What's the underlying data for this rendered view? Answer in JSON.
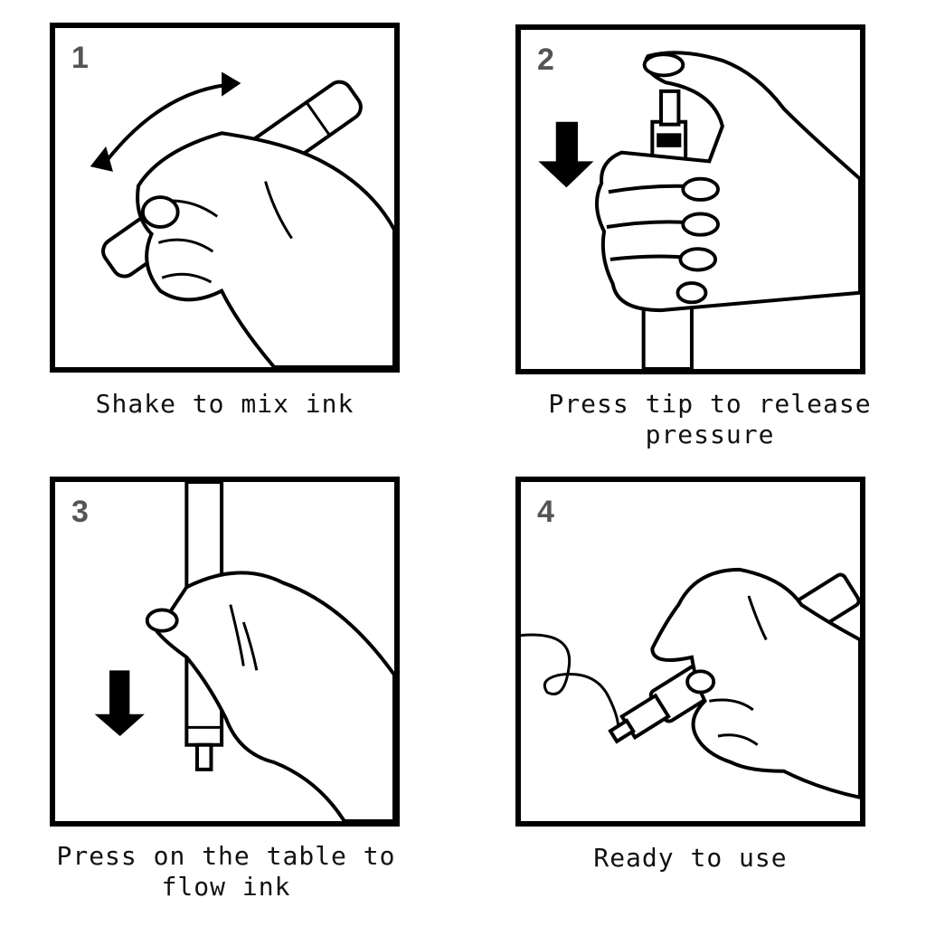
{
  "steps": [
    {
      "number": "1",
      "caption_lines": [
        "Shake to mix ink"
      ],
      "icon": "hand-shaking-marker"
    },
    {
      "number": "2",
      "caption_lines": [
        "Press tip to release",
        "pressure"
      ],
      "icon": "hand-pressing-tip"
    },
    {
      "number": "3",
      "caption_lines": [
        "Press on the table to",
        "flow ink"
      ],
      "icon": "hand-pressing-down"
    },
    {
      "number": "4",
      "caption_lines": [
        "Ready to use"
      ],
      "icon": "hand-writing"
    }
  ],
  "colors": {
    "ink": "#000000",
    "number": "#555555",
    "background": "#ffffff"
  }
}
